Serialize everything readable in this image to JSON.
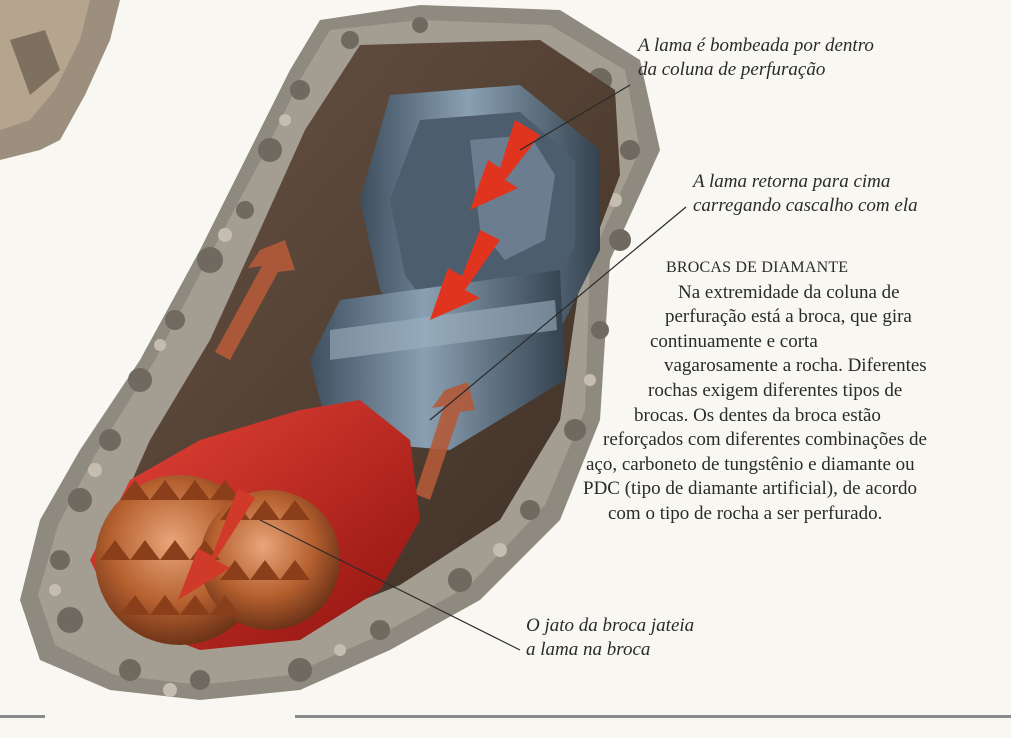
{
  "diagram": {
    "labels": {
      "mud_pumped": [
        "A lama é bombeada por dentro",
        "da coluna de perfuração"
      ],
      "mud_returns": [
        "A lama retorna para cima",
        "carregando cascalho com ela"
      ],
      "bit_jet": [
        "O jato da broca jateia",
        "a lama na broca"
      ]
    },
    "section": {
      "title": "BROCAS DE DIAMANTE",
      "lines": [
        "Na extremidade da coluna de",
        "perfuração está a broca, que gira",
        "continuamente e corta",
        "vagarosamente a rocha. Diferentes",
        "rochas exigem diferentes tipos de",
        "brocas. Os dentes da broca estão",
        "reforçados com diferentes combinações de",
        "aço, carboneto de tungstênio e diamante ou",
        "PDC (tipo de diamante artificial), de acordo",
        "com o tipo de rocha a ser perfurado."
      ]
    },
    "colors": {
      "background": "#f8f7f2",
      "arrow_red": "#e0341f",
      "bit_red": "#c61f17",
      "steel": "#5f7488",
      "rock": "#8f8a80",
      "earth": "#6e5846",
      "rule": "#8a8a8a"
    }
  }
}
